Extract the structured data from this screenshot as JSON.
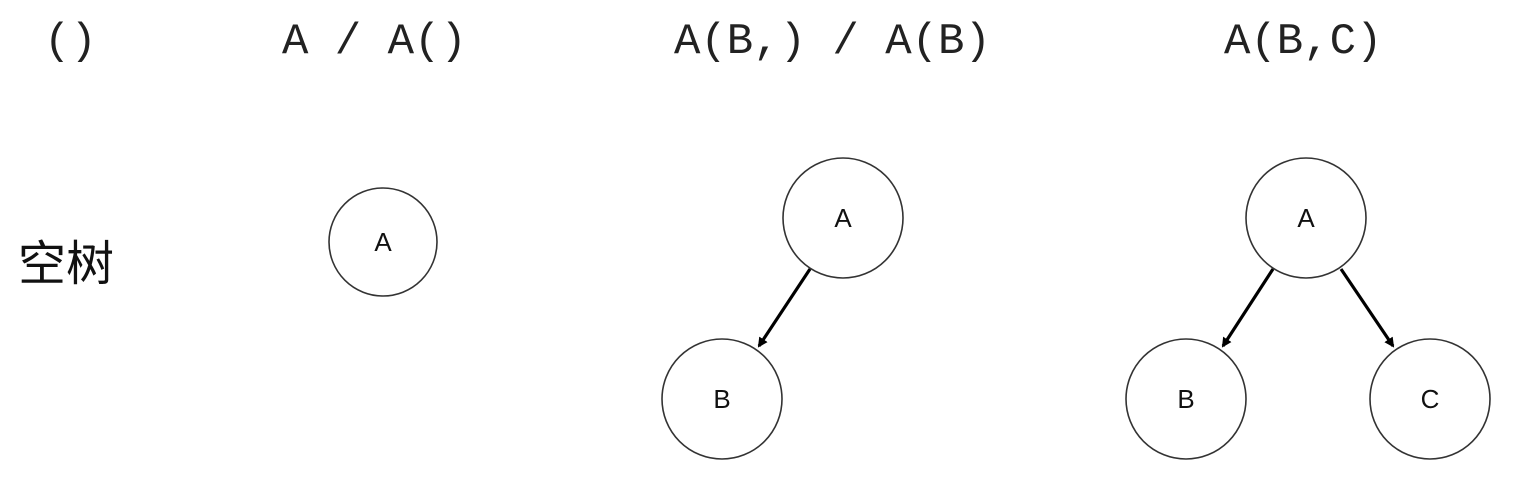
{
  "notations": {
    "empty": "()",
    "single": "A / A()",
    "left_child": "A(B,) / A(B)",
    "two_children": "A(B,C)"
  },
  "empty_tree_label": "空树",
  "trees": {
    "single": {
      "root": "A"
    },
    "left_child": {
      "root": "A",
      "left": "B"
    },
    "two_children": {
      "root": "A",
      "left": "B",
      "right": "C"
    }
  },
  "colors": {
    "node_stroke": "#333333",
    "edge": "#000000",
    "text": "#111111"
  }
}
